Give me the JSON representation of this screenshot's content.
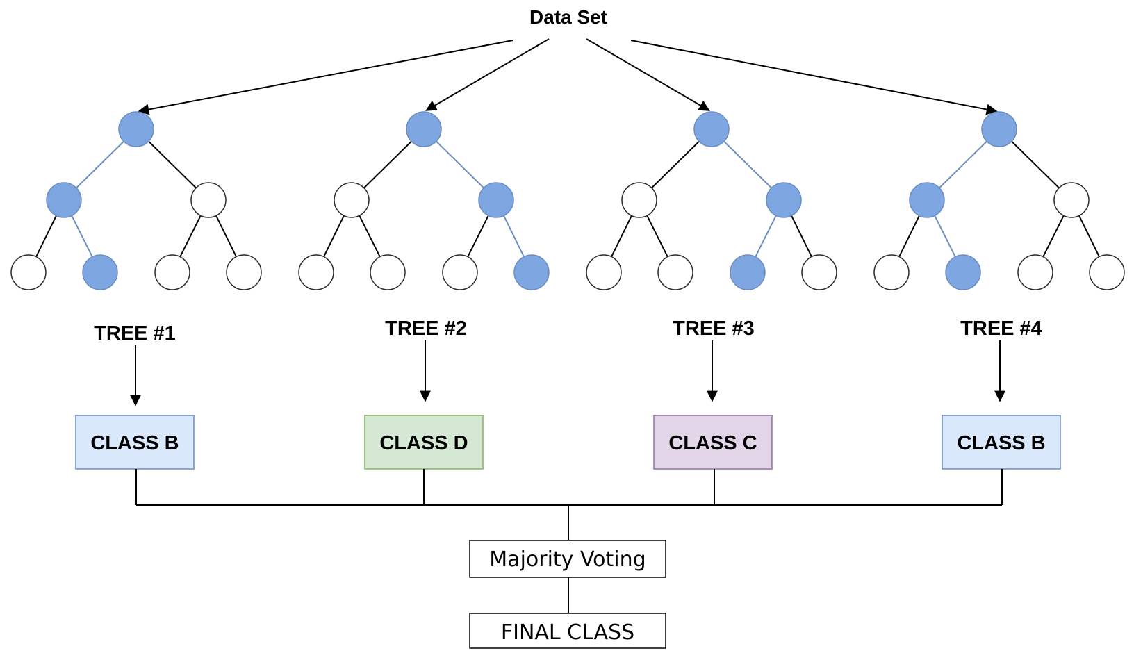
{
  "root": {
    "label": "Data Set"
  },
  "trees": [
    {
      "label": "TREE #1",
      "class_label": "CLASS B",
      "class_fill": "#dae8fc",
      "class_stroke": "#6c8ebf",
      "path": [
        "L",
        "R"
      ]
    },
    {
      "label": "TREE #2",
      "class_label": "CLASS D",
      "class_fill": "#d5e8d4",
      "class_stroke": "#82b366",
      "path": [
        "R",
        "R"
      ]
    },
    {
      "label": "TREE #3",
      "class_label": "CLASS C",
      "class_fill": "#e1d5e7",
      "class_stroke": "#9673a6",
      "path": [
        "R",
        "L"
      ]
    },
    {
      "label": "TREE #4",
      "class_label": "CLASS B",
      "class_fill": "#dae8fc",
      "class_stroke": "#6c8ebf",
      "path": [
        "L",
        "R"
      ]
    }
  ],
  "voting": {
    "label": "Majority Voting"
  },
  "final": {
    "label": "FINAL CLASS"
  },
  "colors": {
    "highlight_node": "#7ea6e0",
    "highlight_edge": "#6c8ebf",
    "edge": "#000000",
    "box_border": "#000000"
  }
}
